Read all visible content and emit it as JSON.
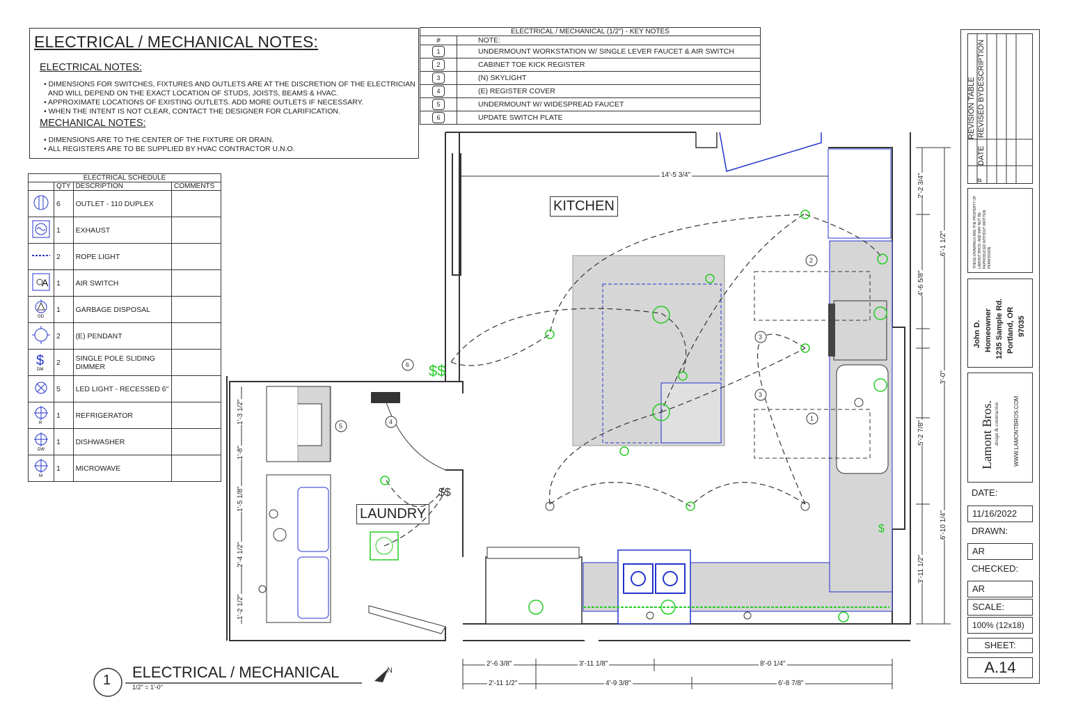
{
  "notes": {
    "title": "ELECTRICAL / MECHANICAL NOTES:",
    "electrical_heading": "ELECTRICAL NOTES:",
    "electrical": [
      "• DIMENSIONS FOR SWITCHES, FIXTURES AND OUTLETS ARE AT THE DISCRETION OF THE ELECTRICIAN",
      "AND WILL DEPEND ON THE EXACT LOCATION OF STUDS, JOISTS, BEAMS & HVAC.",
      "• APPROXIMATE LOCATIONS OF EXISTING OUTLETS.  ADD MORE OUTLETS IF NECESSARY.",
      "• WHEN THE INTENT IS NOT CLEAR, CONTACT THE DESIGNER FOR CLARIFICATION."
    ],
    "mechanical_heading": "MECHANICAL NOTES:",
    "mechanical": [
      "• DIMENSIONS ARE TO THE CENTER OF THE FIXTURE OR DRAIN.",
      "• ALL REGISTERS ARE TO BE SUPPLIED BY HVAC CONTRACTOR U.N.O."
    ]
  },
  "key_notes": {
    "title": "ELECTRICAL / MECHANICAL (1/2\") - KEY NOTES",
    "col_num": "#",
    "col_note": "NOTE:",
    "items": [
      {
        "num": "1",
        "text": "UNDERMOUNT WORKSTATION W/ SINGLE LEVER FAUCET & AIR SWITCH"
      },
      {
        "num": "2",
        "text": "CABINET TOE KICK REGISTER"
      },
      {
        "num": "3",
        "text": "(N) SKYLIGHT"
      },
      {
        "num": "4",
        "text": "(E) REGISTER COVER"
      },
      {
        "num": "5",
        "text": "UNDERMOUNT W/ WIDESPREAD FAUCET"
      },
      {
        "num": "6",
        "text": "UPDATE SWITCH PLATE"
      }
    ]
  },
  "schedule": {
    "title": "ELECTRICAL SCHEDULE",
    "col_qty": "QTY",
    "col_desc": "DESCRIPTION",
    "col_comments": "COMMENTS",
    "rows": [
      {
        "qty": "6",
        "desc": "OUTLET - 110 DUPLEX",
        "symbol": "outlet-icon"
      },
      {
        "qty": "1",
        "desc": "EXHAUST",
        "symbol": "exhaust-icon"
      },
      {
        "qty": "2",
        "desc": "ROPE LIGHT",
        "symbol": "rope-light-icon"
      },
      {
        "qty": "1",
        "desc": "AIR SWITCH",
        "symbol": "air-switch-icon"
      },
      {
        "qty": "1",
        "desc": "GARBAGE DISPOSAL",
        "symbol": "garbage-disposal-icon"
      },
      {
        "qty": "2",
        "desc": "(E) PENDANT",
        "symbol": "pendant-icon"
      },
      {
        "qty": "2",
        "desc": "SINGLE POLE SLIDING DIMMER",
        "symbol": "dimmer-icon"
      },
      {
        "qty": "5",
        "desc": "LED LIGHT - RECESSED 6\"",
        "symbol": "recessed-light-icon"
      },
      {
        "qty": "1",
        "desc": "REFRIGERATOR",
        "symbol": "refrigerator-outlet-icon"
      },
      {
        "qty": "1",
        "desc": "DISHWASHER",
        "symbol": "dishwasher-outlet-icon"
      },
      {
        "qty": "1",
        "desc": "MICROWAVE",
        "symbol": "microwave-outlet-icon"
      }
    ]
  },
  "plan": {
    "kitchen_label": "KITCHEN",
    "laundry_label": "LAUNDRY",
    "top_dim": "14'-5 3/4\"",
    "right_dims": [
      "2'-2 3/4\"",
      "4'-6 5/8\"",
      "5'-2 7/8\"",
      "3'-11 1/2\""
    ],
    "right_outer_dims": [
      "6'-1 1/2\"",
      "3'-0\"",
      "6'-10 1/4\""
    ],
    "bottom_dims_row1": [
      "2'-6 3/8\"",
      "3'-11 1/8\"",
      "8'-0 1/4\""
    ],
    "bottom_dims_row2": [
      "2'-11 1/2\"",
      "4'-9 3/8\"",
      "6'-8 7/8\""
    ],
    "laundry_dims": [
      "1'-3 1/2\"",
      "1'-8\"",
      "1'-5 1/8\"",
      "2'-4 1/2\"",
      "1'-2 1/2\""
    ]
  },
  "drawing": {
    "number": "1",
    "title": "ELECTRICAL / MECHANICAL",
    "scale": "1/2\" = 1'-0\""
  },
  "title_block": {
    "revision_table": "REVISION TABLE",
    "col_date": "DATE",
    "col_revised": "REVISED BY",
    "col_description": "DESCRIPTION",
    "col_num": "#",
    "disclaimer": "THESE DRAWINGS ARE THE PROPERTY OF LAMONT BROS. AND MAY NOT BE REPRODUCED WITHOUT WRITTEN PERMISSION.",
    "client": [
      "John D.",
      "Homeowner",
      "1235 Sample Rd.",
      "Portland, OR",
      "97035"
    ],
    "company": "Lamont Bros.",
    "company_tag": "design & construction",
    "website": "WWW.LAMONTBROS.COM",
    "date_label": "DATE:",
    "date_value": "11/16/2022",
    "drawn_label": "DRAWN:",
    "drawn_value": "AR",
    "checked_label": "CHECKED:",
    "checked_value": "AR",
    "scale_label": "SCALE:",
    "scale_value": "100% (12x18)",
    "sheet_label": "SHEET:",
    "sheet_value": "A.14"
  },
  "colors": {
    "line": "#333333",
    "fixture": "#22cc22",
    "cabinet": "#2233cc",
    "counter": "#d6d6d6"
  }
}
